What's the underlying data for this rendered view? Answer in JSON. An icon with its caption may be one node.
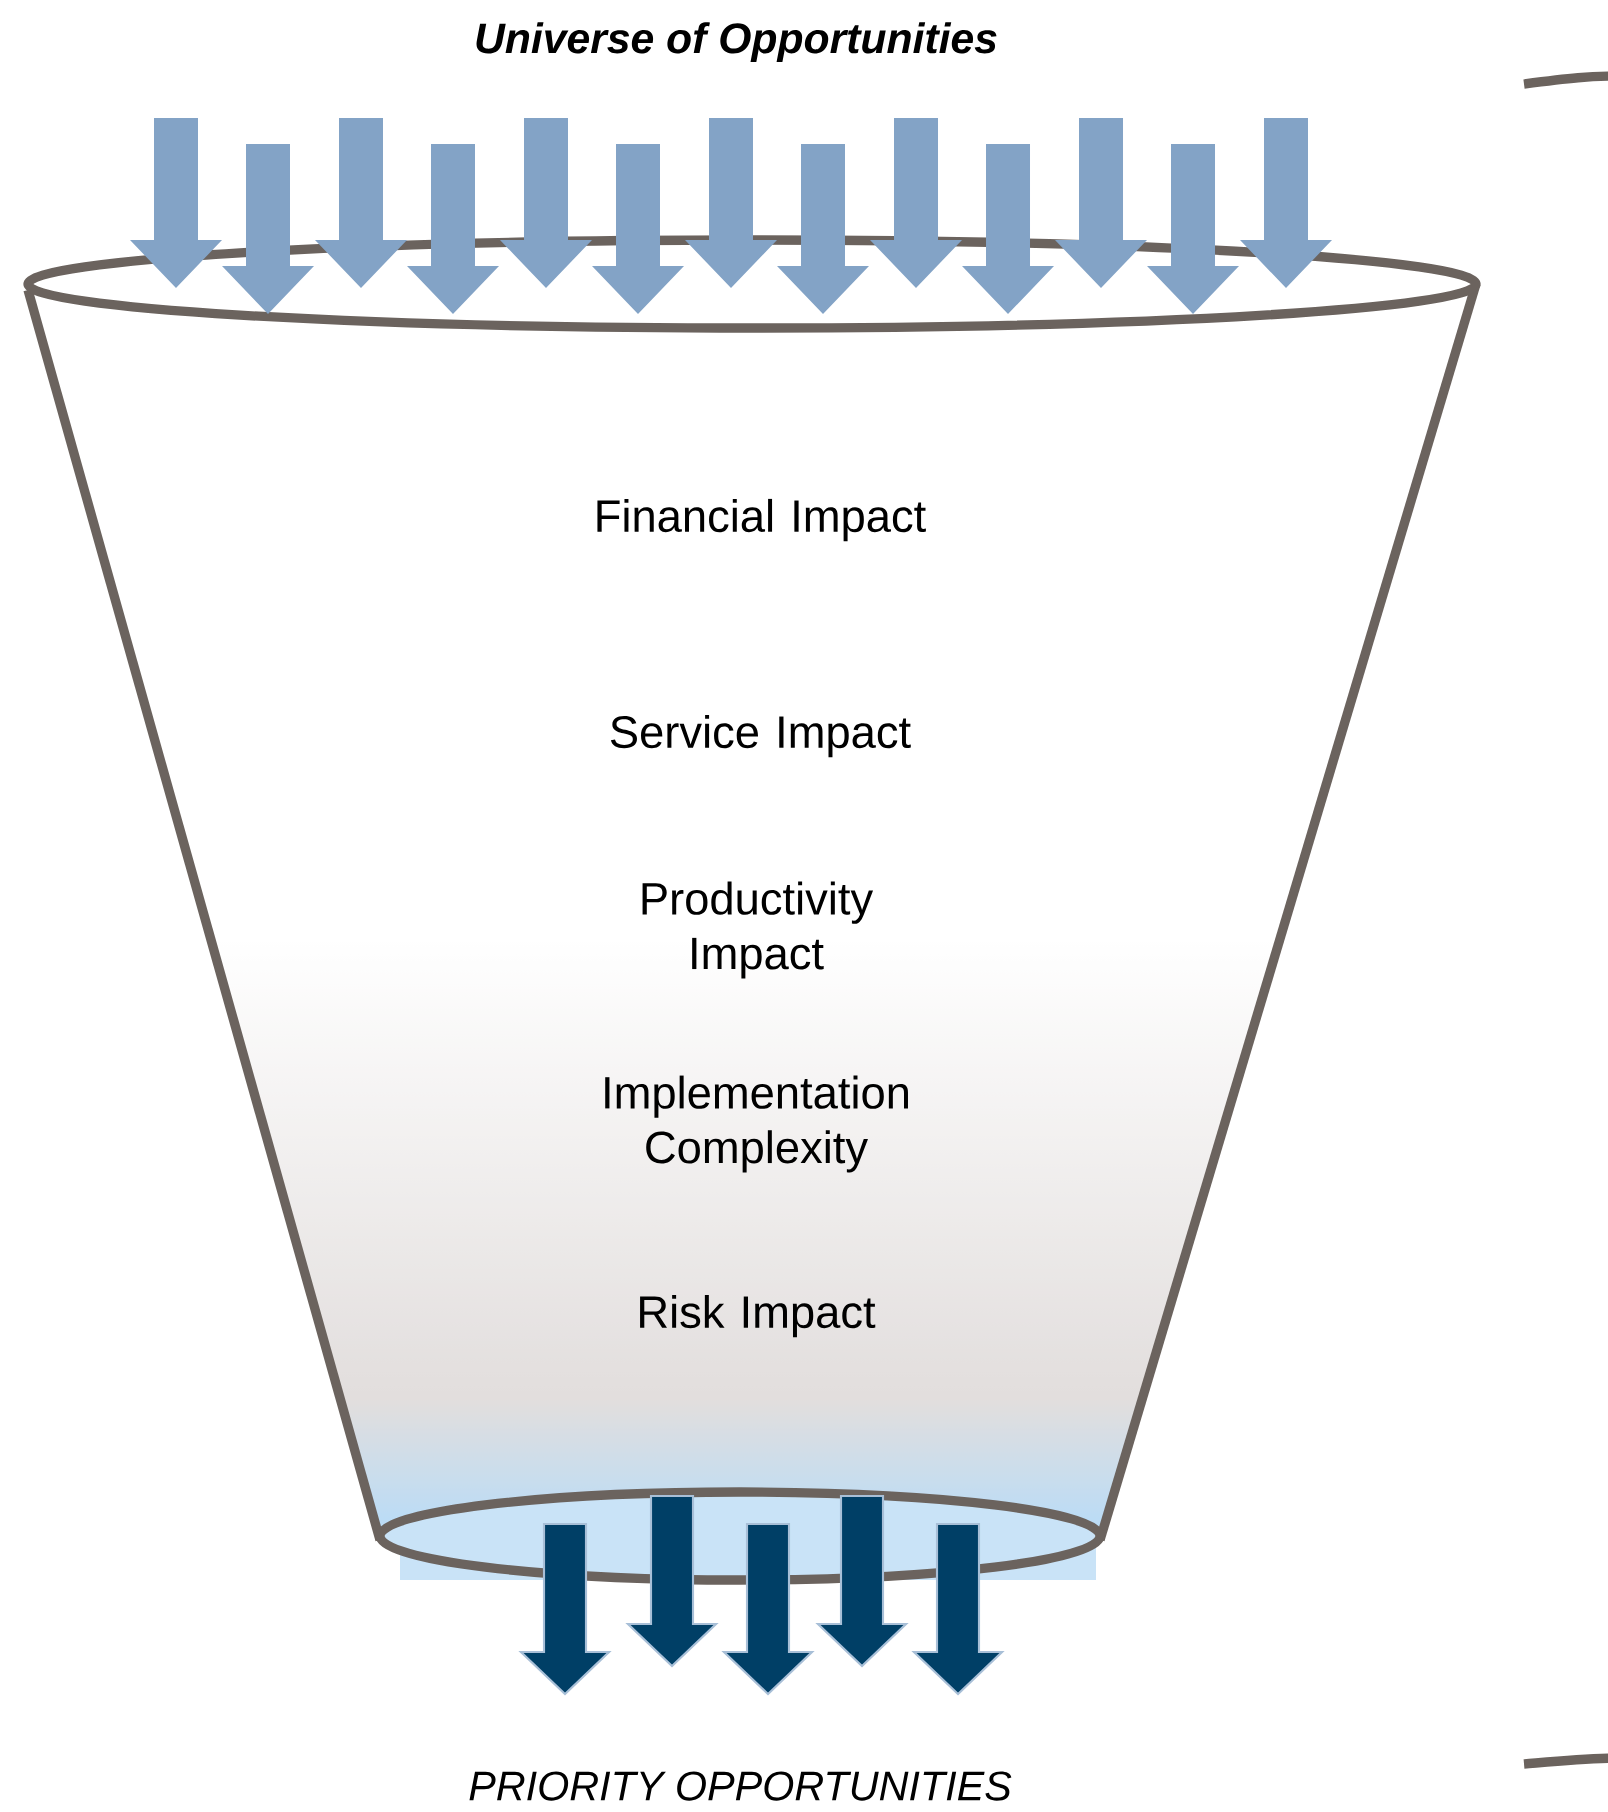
{
  "diagram": {
    "title": "Universe of Opportunities",
    "caption": "PRIORITY OPPORTUNITIES",
    "nodes": [
      {
        "text": [
          "Financial Impact",
          "Service Impact",
          "Productivity Impact",
          "Implementation Complexity",
          "Risk Impact"
        ]
      }
    ]
  }
}
